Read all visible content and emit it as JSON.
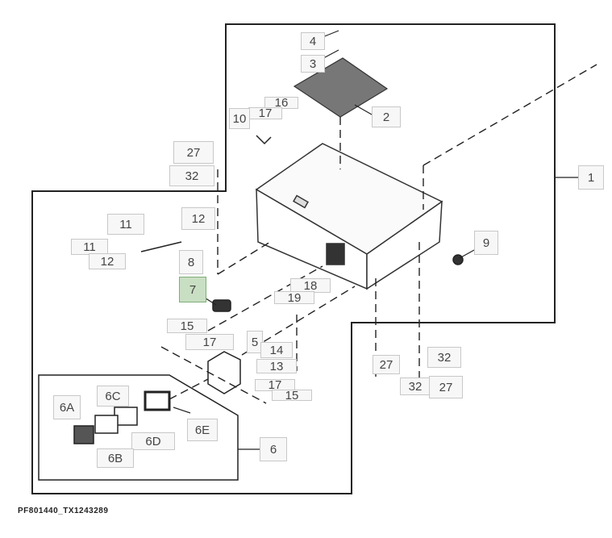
{
  "diagram": {
    "selected_callout": "7",
    "selected_color": "#c9dfc3",
    "callouts": [
      "4",
      "3",
      "16",
      "17",
      "10",
      "2",
      "27",
      "32",
      "1",
      "11",
      "12",
      "11",
      "12",
      "8",
      "9",
      "7",
      "18",
      "19",
      "15",
      "17",
      "5",
      "14",
      "13",
      "27",
      "32",
      "32",
      "27",
      "17",
      "15",
      "6C",
      "6A",
      "6D",
      "6E",
      "6B",
      "6"
    ]
  },
  "footer": {
    "code": "PF801440_TX1243289"
  }
}
